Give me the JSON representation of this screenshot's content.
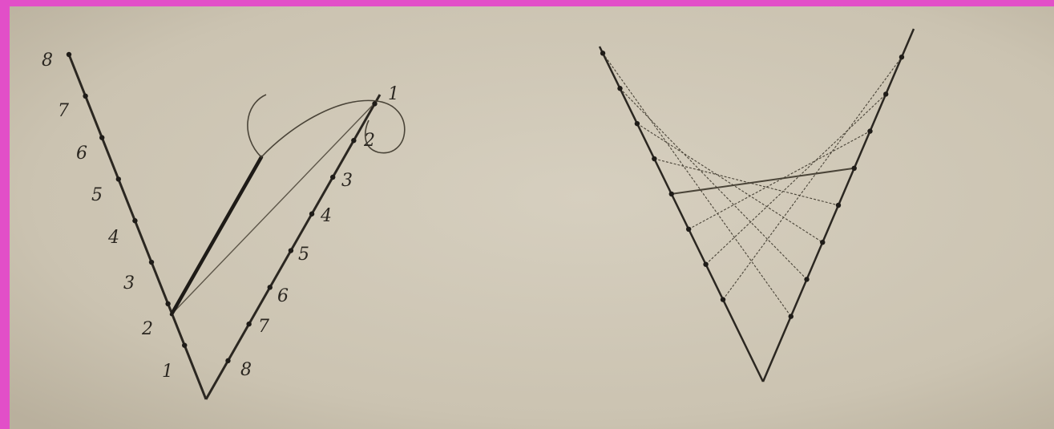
{
  "colors": {
    "frame": "#e24fc8",
    "paper": "#cfc7b6",
    "ink": "#2b2721",
    "thread": "#4a4438"
  },
  "left_diagram": {
    "left_arm_labels": [
      "8",
      "7",
      "6",
      "5",
      "4",
      "3",
      "2",
      "1"
    ],
    "right_arm_labels": [
      "1",
      "2",
      "3",
      "4",
      "5",
      "6",
      "7",
      "8"
    ]
  }
}
